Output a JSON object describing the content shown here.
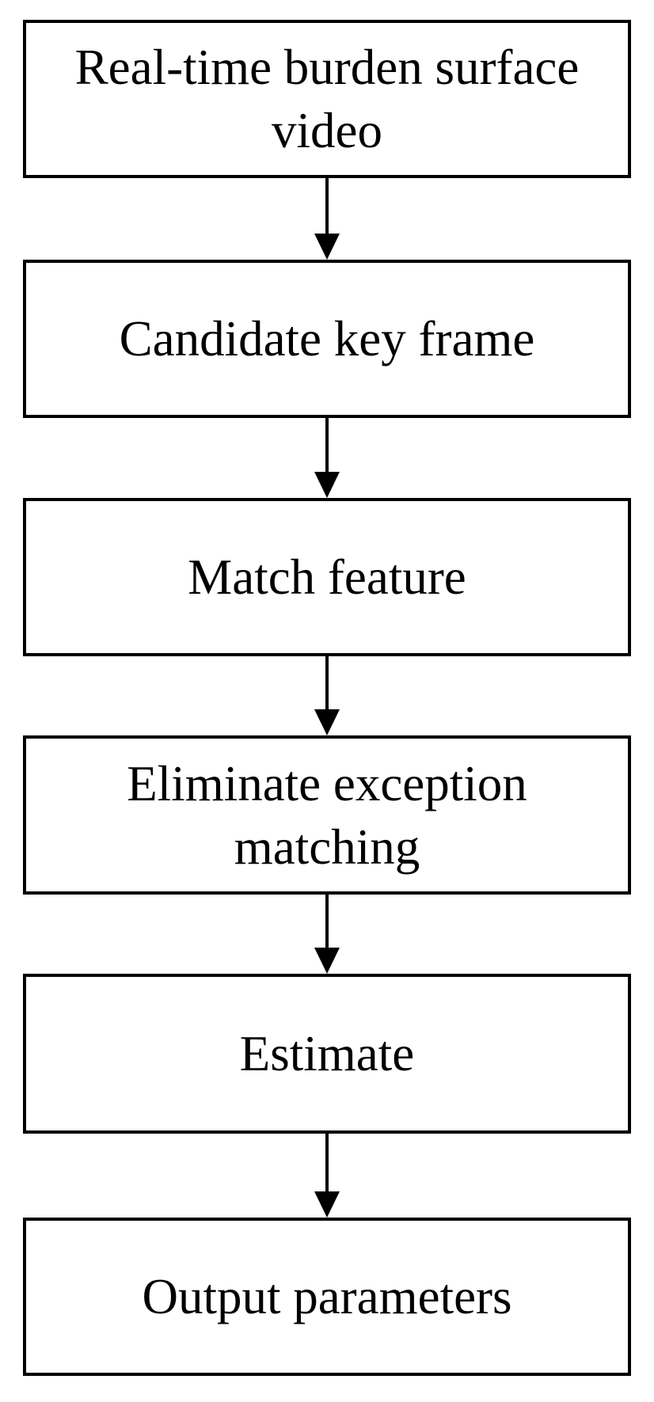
{
  "figure": {
    "type": "flowchart",
    "direction": "top-to-bottom",
    "colors": {
      "background": "#ffffff",
      "node_fill": "#ffffff",
      "node_border": "#000000",
      "text": "#000000",
      "arrow": "#000000"
    },
    "nodes": [
      {
        "id": "real-time-burden-surface-video",
        "label": "Real-time burden surface video"
      },
      {
        "id": "candidate-key-frame",
        "label": "Candidate key frame"
      },
      {
        "id": "match-feature",
        "label": "Match feature"
      },
      {
        "id": "eliminate-exception-matching",
        "label": "Eliminate exception matching"
      },
      {
        "id": "estimate",
        "label": "Estimate"
      },
      {
        "id": "output-parameters",
        "label": "Output parameters"
      }
    ],
    "edges": [
      {
        "from": "real-time-burden-surface-video",
        "to": "candidate-key-frame"
      },
      {
        "from": "candidate-key-frame",
        "to": "match-feature"
      },
      {
        "from": "match-feature",
        "to": "eliminate-exception-matching"
      },
      {
        "from": "eliminate-exception-matching",
        "to": "estimate"
      },
      {
        "from": "estimate",
        "to": "output-parameters"
      }
    ]
  }
}
